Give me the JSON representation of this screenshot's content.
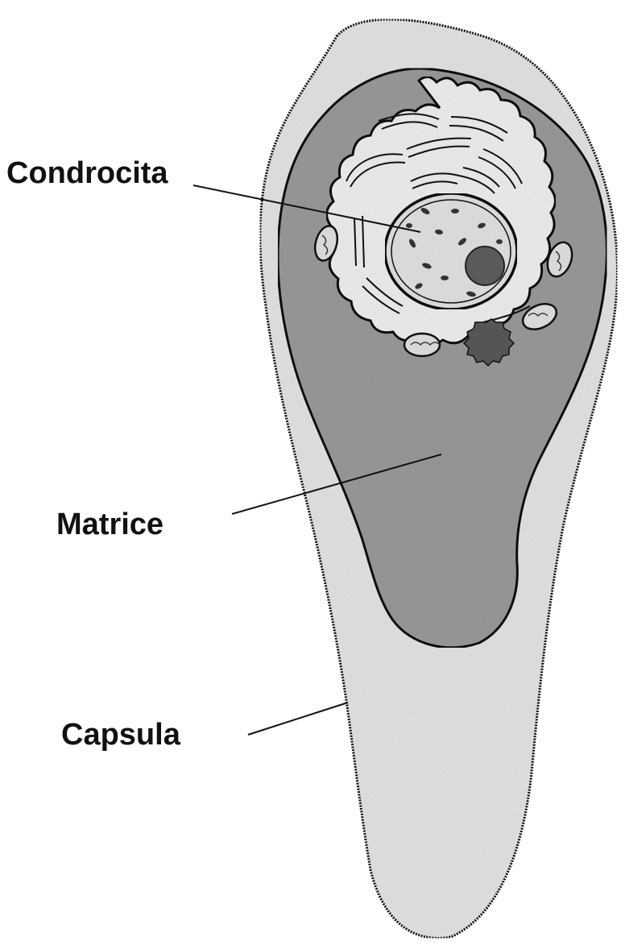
{
  "labels": {
    "condrocita": "Condrocita",
    "matrice": "Matrice",
    "capsula": "Capsula"
  },
  "colors": {
    "capsule_fill": "#e4e4e4",
    "matrix_fill": "#9a9a9a",
    "cell_fill": "#efefef",
    "nucleus_fill": "#e2e2e2",
    "outline": "#111111",
    "organelle_dark": "#555555"
  }
}
